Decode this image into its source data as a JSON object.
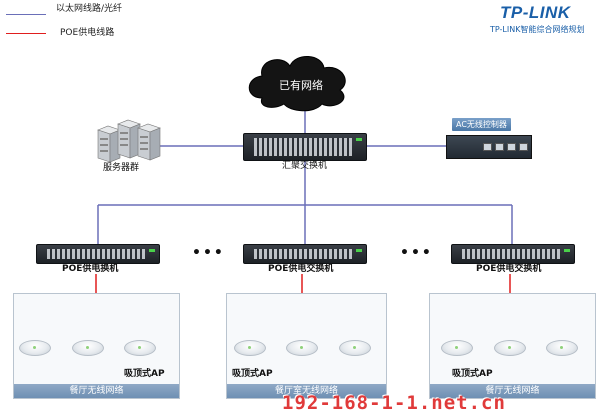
{
  "legend": {
    "ethernet_label": "以太网线路/光纤",
    "poe_label": "POE供电线路",
    "ethernet_color": "#6a6fb8",
    "poe_color": "#e01e1e"
  },
  "brand": {
    "logo": "TP-LINK",
    "subtitle": "TP-LINK智能综合网络规划"
  },
  "cloud": {
    "label": "已有网络"
  },
  "core": {
    "server_label": "服务器群",
    "aggregation_label": "汇聚交换机",
    "ac_label": "AC无线控制器"
  },
  "branches": [
    {
      "switch_label": "POE供电换机",
      "ap_label": "吸顶式AP",
      "area_label": "餐厅无线网络"
    },
    {
      "switch_label": "POE供电交换机",
      "ap_label": "吸顶式AP",
      "area_label": "餐厅室无线网络"
    },
    {
      "switch_label": "POE供电交换机",
      "ap_label": "吸顶式AP",
      "area_label": "餐厅无线网络"
    }
  ],
  "ellipsis": "•••",
  "watermark": "192-168-1-1.net.cn"
}
